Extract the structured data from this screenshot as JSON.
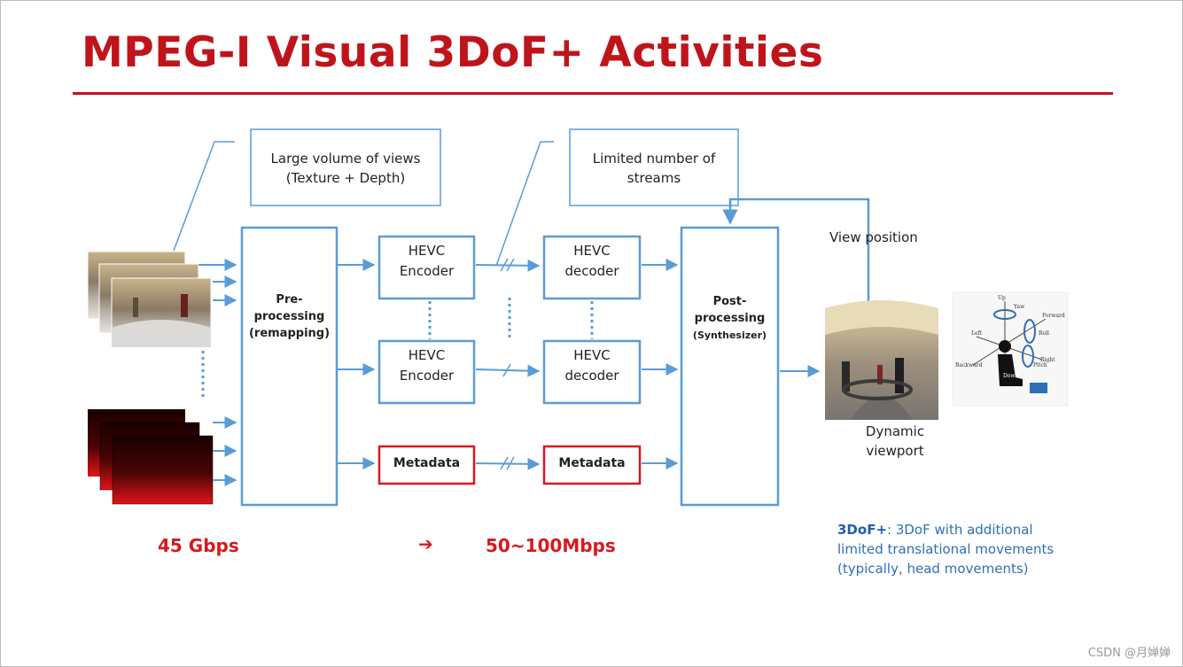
{
  "title": "MPEG-I Visual 3DoF+ Activities",
  "callouts": {
    "views_line1": "Large volume of views",
    "views_line2": "(Texture + Depth)",
    "streams_line1": "Limited  number of",
    "streams_line2": "streams"
  },
  "blocks": {
    "preprocessing_line1": "Pre-processing",
    "preprocessing_line2": "(remapping)",
    "encoder_line1": "HEVC",
    "encoder_line2": "Encoder",
    "decoder_line1": "HEVC",
    "decoder_line2": "decoder",
    "metadata": "Metadata",
    "postprocessing_line1": "Post-",
    "postprocessing_line2": "processing",
    "postprocessing_line3": "(Synthesizer)"
  },
  "view_position": "View position",
  "viewport_line1": "Dynamic",
  "viewport_line2": "viewport",
  "rates": {
    "input": "45 Gbps",
    "arrow": "➔",
    "output": "50~100Mbps"
  },
  "note": {
    "term": "3DoF+",
    "line1": ": 3DoF with additional",
    "line2": "limited translational movements",
    "line3": "(typically, head movements)"
  },
  "dof_figure_labels": {
    "up": "Up",
    "yaw": "Yaw",
    "forward": "Forward",
    "left": "Left",
    "roll": "Roll",
    "backward": "Backward",
    "right": "Right",
    "pitch": "Pitch",
    "down": "Down"
  },
  "watermark": "CSDN @月婵婵",
  "colors": {
    "title": "#c0141b",
    "box_stroke": "#5b9bd5",
    "metadata_stroke": "#d8181e",
    "note_text": "#2e6fb5"
  }
}
